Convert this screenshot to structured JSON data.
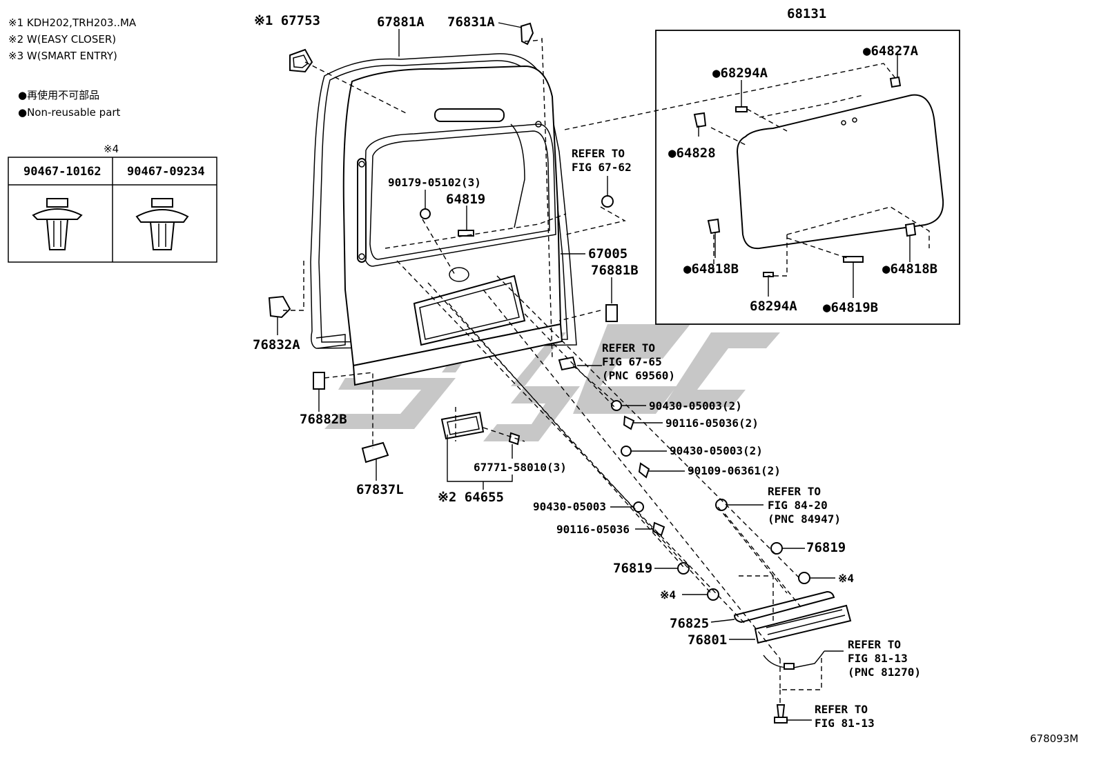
{
  "notes": [
    "※1 KDH202,TRH203..MA",
    "※2 W(EASY CLOSER)",
    "※3 W(SMART ENTRY)"
  ],
  "legend": {
    "jp": "●再使用不可部品",
    "en": "●Non-reusable part"
  },
  "clip_table": {
    "note": "※4",
    "columns": [
      "90467-10162",
      "90467-09234"
    ]
  },
  "box_label": "68131",
  "part_labels": {
    "p67753": "※1 67753",
    "p67881a": "67881A",
    "p76831a": "76831A",
    "p90179": "90179-05102(3)",
    "p64819": "64819",
    "p67005": "67005",
    "p76881b": "76881B",
    "p76832a": "76832A",
    "p76882b": "76882B",
    "p67837l": "67837L",
    "p67771": "67771-58010(3)",
    "p64655": "※2 64655",
    "p90430a": "90430-05003(2)",
    "p90116a": "90116-05036(2)",
    "p90430b": "90430-05003(2)",
    "p90109": "90109-06361(2)",
    "p90430c": "90430-05003",
    "p90116b": "90116-05036",
    "p76819a": "76819",
    "p76819b": "76819",
    "p4a": "※4",
    "p4b": "※4",
    "p76825": "76825",
    "p76801": "76801",
    "p64827a": "●64827A",
    "p68294a1": "●68294A",
    "p64828": "●64828",
    "p64818b1": "●64818B",
    "p64818b2": "●64818B",
    "p68294a2": "68294A",
    "p64819b": "●64819B"
  },
  "refs": {
    "r1": [
      "REFER TO",
      "FIG 67-62"
    ],
    "r2": [
      "REFER TO",
      "FIG 67-65",
      "(PNC 69560)"
    ],
    "r3": [
      "REFER TO",
      "FIG 84-20",
      "(PNC 84947)"
    ],
    "r4": [
      "REFER TO",
      "FIG 81-13",
      "(PNC 81270)"
    ],
    "r5": [
      "REFER TO",
      "FIG 81-13"
    ]
  },
  "diagram_code": "678093M"
}
